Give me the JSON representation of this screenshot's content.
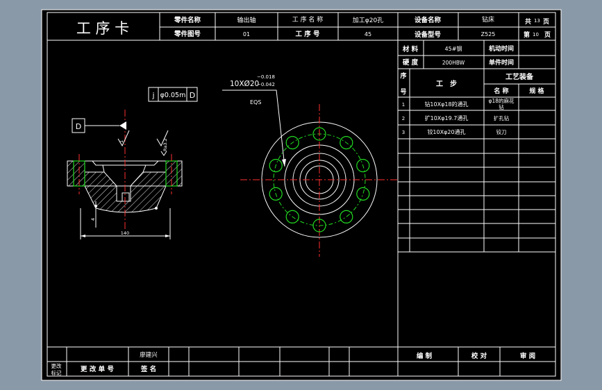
{
  "header": {
    "title": "工 序 卡",
    "part_name_label": "零件名称",
    "part_name": "输出轴",
    "part_number_label": "零件图号",
    "part_number": "01",
    "op_name_label": "工 序 名 称",
    "op_name": "加工φ20孔",
    "op_no_label": "工 序 号",
    "op_no": "45",
    "equip_name_label": "设备名称",
    "equip_name": "钻床",
    "equip_model_label": "设备型号",
    "equip_model": "Z525",
    "total_pages_prefix": "共",
    "total_pages": "13",
    "page_suffix": "页",
    "page_no_prefix": "第",
    "page_no": "10",
    "page_no_suffix": "页"
  },
  "info": {
    "material_label": "材 料",
    "material": "45#钢",
    "motor_time_label": "机动时间",
    "motor_time": "",
    "hardness_label": "硬 度",
    "hardness": "200HBW",
    "unit_time_label": "单件时间",
    "unit_time": ""
  },
  "steps_table": {
    "seq_label_top": "序",
    "seq_label_bottom": "号",
    "step_label": "工　步",
    "equipment_label": "工艺装备",
    "name_label": "名 称",
    "spec_label": "规 格",
    "rows": [
      {
        "no": "1",
        "step": "钻10Xφ18的通孔",
        "tool_line1": "φ18的麻花",
        "tool_line2": "钻",
        "spec": ""
      },
      {
        "no": "2",
        "step": "扩10Xφ19.7通孔",
        "tool_line1": "扩孔钻",
        "tool_line2": "",
        "spec": ""
      },
      {
        "no": "3",
        "step": "铰10Xφ20通孔",
        "tool_line1": "铰刀",
        "tool_line2": "",
        "spec": ""
      }
    ]
  },
  "drawing": {
    "tolerance_symbol": "j",
    "tolerance_value": "φ0.05m",
    "tolerance_datum": "D",
    "datum_label": "D",
    "dimension_width": "140",
    "dimension_depth": "4",
    "roughness_1": "1",
    "roughness_2": "Ra3.2",
    "hole_spec": "10XØ20",
    "hole_tol_upper": "−0.018",
    "hole_tol_lower": "−0.042",
    "hole_eqs": "EQS"
  },
  "footer": {
    "change_mark_line1": "更改",
    "change_mark_line2": "标记",
    "change_doc_label": "更 改 单 号",
    "signature_label": "签 名",
    "designer_name": "廖建兴",
    "compile_label": "编 制",
    "check_label": "校 对",
    "review_label": "审 阅"
  },
  "colors": {
    "background": "#000000",
    "lines": "#ffffff",
    "center_lines": "#ff3030",
    "holes": "#22dd22"
  }
}
